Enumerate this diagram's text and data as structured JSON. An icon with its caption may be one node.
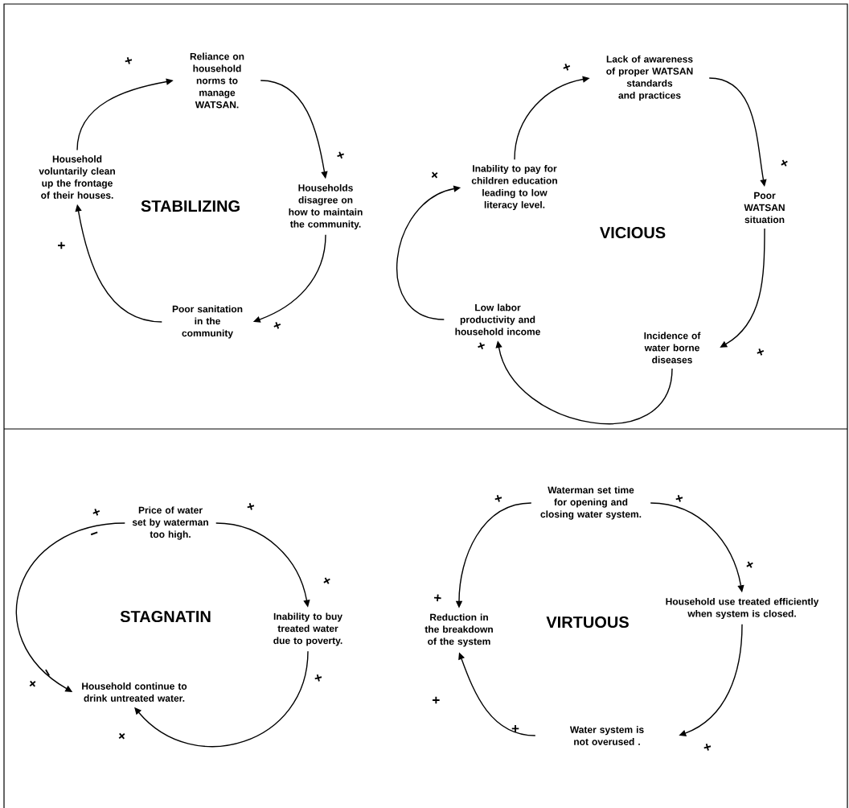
{
  "diagram": {
    "nodes": [
      {
        "text": [
          "Reliance on household norms to manage WATSAN."
        ]
      },
      {
        "text": [
          "Households disagree on how to maintain the community."
        ]
      },
      {
        "text": [
          "Poor sanitation in the community"
        ]
      },
      {
        "text": [
          "Household voluntarily clean up the frontage of their houses."
        ]
      },
      {
        "text": [
          "Lack of awareness of proper WATSAN standards and practices"
        ]
      },
      {
        "text": [
          "Poor WATSAN situation"
        ]
      },
      {
        "text": [
          "Incidence of water borne diseases"
        ]
      },
      {
        "text": [
          "Low labor productivity and household income"
        ]
      },
      {
        "text": [
          "Inability to pay for children education leading to low literacy level."
        ]
      },
      {
        "text": [
          "Price of water set by waterman too high."
        ]
      },
      {
        "text": [
          "Inability to buy treated water due to poverty."
        ]
      },
      {
        "text": [
          "Household continue to drink untreated water."
        ]
      },
      {
        "text": [
          "Waterman set time for opening and closing water system."
        ]
      },
      {
        "text": [
          "Household use treated efficiently when system is closed."
        ]
      },
      {
        "text": [
          "Water system is not overused ."
        ]
      },
      {
        "text": [
          "Reduction in the breakdown of the system"
        ]
      }
    ],
    "edges": [
      {
        "from": 3,
        "to": 0,
        "arrow": "to"
      },
      {
        "from": 0,
        "to": 1,
        "arrow": "to"
      },
      {
        "from": 1,
        "to": 2,
        "arrow": "to"
      },
      {
        "from": 2,
        "to": 3,
        "arrow": "to"
      },
      {
        "from": 4,
        "to": 5,
        "arrow": "to"
      },
      {
        "from": 5,
        "to": 6,
        "arrow": "to"
      },
      {
        "from": 6,
        "to": 7,
        "arrow": "to"
      },
      {
        "from": 7,
        "to": 8,
        "arrow": "to"
      },
      {
        "from": 8,
        "to": 4,
        "arrow": "to"
      },
      {
        "from": 9,
        "to": 10,
        "arrow": "to"
      },
      {
        "from": 10,
        "to": 11,
        "arrow": "to"
      },
      {
        "from": 9,
        "to": 11,
        "arrow": "to"
      },
      {
        "from": 12,
        "to": 13,
        "arrow": "to"
      },
      {
        "from": 13,
        "to": 14,
        "arrow": "to"
      },
      {
        "from": 14,
        "to": 15,
        "arrow": "to"
      },
      {
        "from": 12,
        "to": 15,
        "arrow": "to"
      }
    ],
    "labels": [
      "+",
      "STABILIZING",
      "+",
      "+",
      "+",
      "+",
      "+",
      "+",
      "VICIOUS",
      "+",
      "+",
      "+",
      "+",
      "−",
      "STAGNATIN",
      "+",
      "+",
      "−",
      "+",
      "+",
      "+",
      "+",
      "+",
      "VIRTUOUS",
      "+",
      "+",
      "+",
      "+"
    ]
  }
}
